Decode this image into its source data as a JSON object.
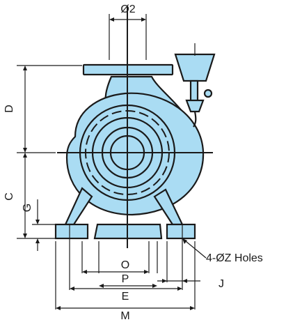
{
  "diagram": {
    "colors": {
      "body_fill": "#aadcf3",
      "outline": "#1a1a1a",
      "background": "#ffffff"
    },
    "labels": {
      "outlet_diameter": "Ø2",
      "d": "D",
      "c": "C",
      "g": "G",
      "o": "O",
      "p": "P",
      "e": "E",
      "m": "M",
      "j": "J",
      "holes": "4-ØZ Holes"
    }
  }
}
